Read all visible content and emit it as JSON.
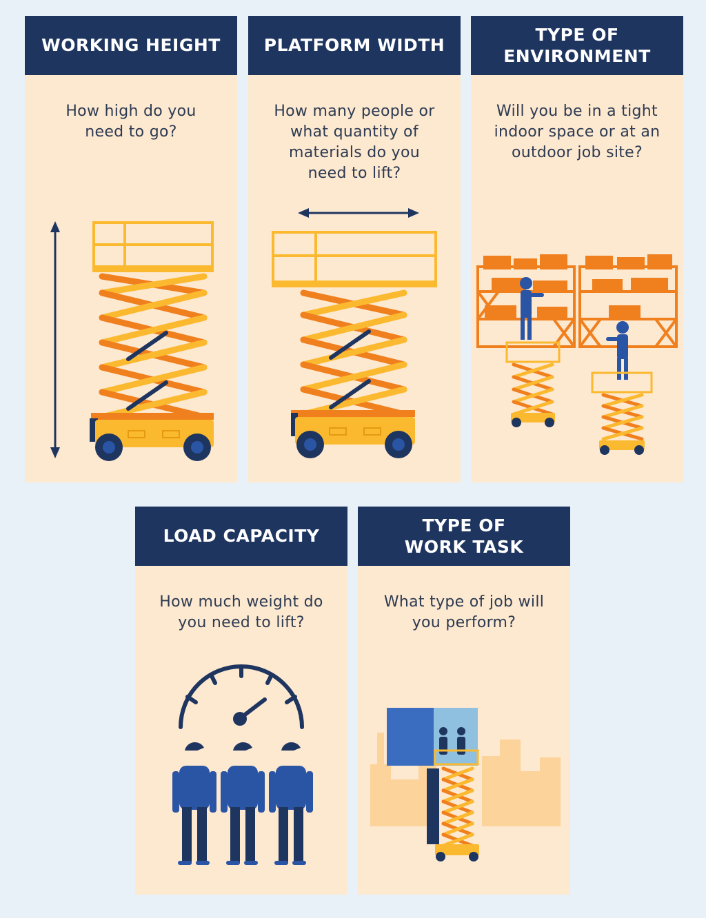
{
  "cards": [
    {
      "title": "WORKING HEIGHT",
      "question": "How high do you\nneed to go?"
    },
    {
      "title": "PLATFORM WIDTH",
      "question": "How many people or\nwhat quantity of\nmaterials do you\nneed to lift?"
    },
    {
      "title": "TYPE OF\nENVIRONMENT",
      "question": "Will you be in a tight\nindoor space or at an\noutdoor job site?"
    },
    {
      "title": "LOAD CAPACITY",
      "question": "How much weight do\nyou need to lift?"
    },
    {
      "title": "TYPE OF\nWORK TASK",
      "question": "What type of job will\nyou perform?"
    }
  ],
  "colors": {
    "background": "#e8f1f8",
    "card": "#fde8d0",
    "header": "#1e3560",
    "lift_yellow": "#fbb92f",
    "lift_orange": "#f07f1d",
    "navy": "#1e3560",
    "worker_blue": "#2a55a5"
  }
}
